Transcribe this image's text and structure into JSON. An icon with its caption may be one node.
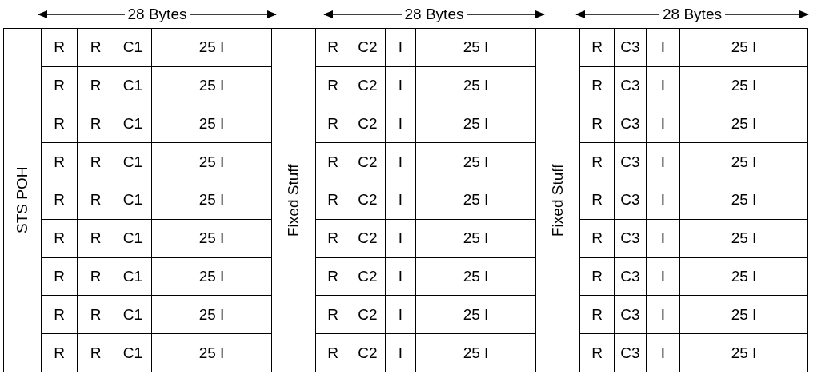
{
  "diagram": {
    "labels": [
      "28 Bytes",
      "28 Bytes",
      "28 Bytes",
      "STS POH",
      "Fixed Stuff",
      "Fixed Stuff",
      "R",
      "R",
      "C1",
      "25 I",
      "R",
      "C2",
      "I",
      "25 I",
      "R",
      "C3",
      "I",
      "25 I",
      "R",
      "R",
      "C1",
      "25 I",
      "R",
      "C2",
      "I",
      "25 I",
      "R",
      "C3",
      "I",
      "25 I",
      "R",
      "R",
      "C1",
      "25 I",
      "R",
      "C2",
      "I",
      "25 I",
      "R",
      "C3",
      "I",
      "25 I",
      "R",
      "R",
      "C1",
      "25 I",
      "R",
      "C2",
      "I",
      "25 I",
      "R",
      "C3",
      "I",
      "25 I",
      "R",
      "R",
      "C1",
      "25 I",
      "R",
      "C2",
      "I",
      "25 I",
      "R",
      "C3",
      "I",
      "25 I",
      "R",
      "R",
      "C1",
      "25 I",
      "R",
      "C2",
      "I",
      "25 I",
      "R",
      "C3",
      "I",
      "25 I",
      "R",
      "R",
      "C1",
      "25 I",
      "R",
      "C2",
      "I",
      "25 I",
      "R",
      "C3",
      "I",
      "25 I",
      "R",
      "R",
      "C1",
      "25 I",
      "R",
      "C2",
      "I",
      "25 I",
      "R",
      "C3",
      "I",
      "25 I",
      "R",
      "R",
      "C1",
      "25 I",
      "R",
      "C2",
      "I",
      "25 I",
      "R",
      "C3",
      "I",
      "25 I"
    ]
  }
}
